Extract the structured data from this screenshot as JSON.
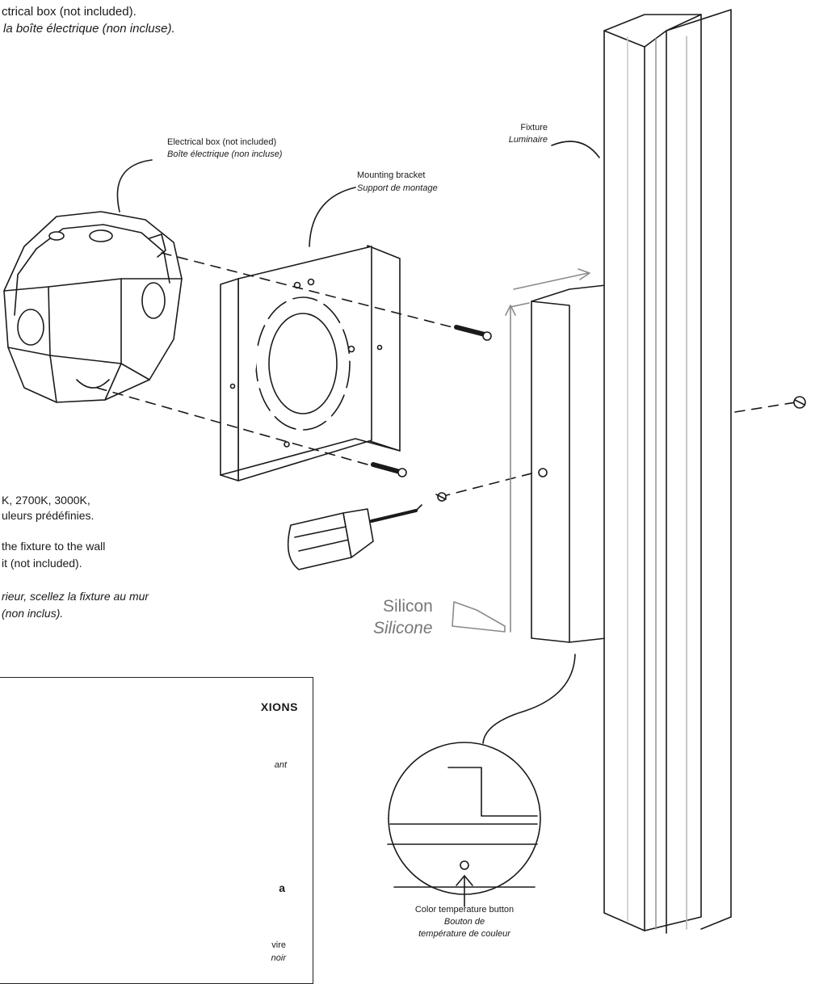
{
  "top_note": {
    "en": "ctrical box (not included).",
    "fr": "la boîte électrique (non incluse)."
  },
  "callouts": {
    "electrical_box": {
      "en": "Electrical box (not included)",
      "fr": "Boîte électrique (non incluse)"
    },
    "mounting_bracket": {
      "en": "Mounting bracket",
      "fr": "Support de montage"
    },
    "fixture": {
      "en": "Fixture",
      "fr": "Luminaire"
    },
    "silicon": {
      "en": "Silicon",
      "fr": "Silicone"
    },
    "color_button": {
      "en": "Color temperature button",
      "fr_line1": "Bouton de",
      "fr_line2": "température de couleur"
    }
  },
  "left_notes": {
    "temps_line1": "K, 2700K, 3000K,",
    "temps_line2": "uleurs prédéfinies.",
    "seal_en_line1": "the fixture to the wall",
    "seal_en_line2": "it (not included).",
    "seal_fr_line1": "rieur, scellez la fixture au mur",
    "seal_fr_line2": "(non inclus)."
  },
  "connections_box": {
    "heading": "XIONS",
    "frag_1": "ant",
    "frag_2": "a",
    "frag_3": "vire",
    "frag_4": "noir"
  }
}
